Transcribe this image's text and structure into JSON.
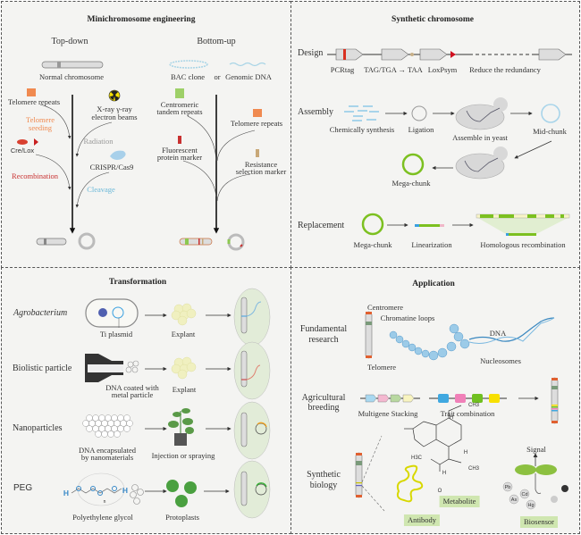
{
  "minichromosome": {
    "title": "Minichromosome engineering",
    "top_down": "Top-down",
    "bottom_up": "Bottom-up",
    "normal_chromosome": "Normal chromosome",
    "bac_clone": "BAC clone",
    "or": "or",
    "genomic_dna": "Genomic DNA",
    "telomere_repeats_left": "Telomere repeats",
    "radiation_source_1": "X-ray γ-ray",
    "radiation_source_2": "electron beams",
    "telomere_seeding_1": "Telomere",
    "telomere_seeding_2": "seeding",
    "radiation": "Radiation",
    "cre_lox": "Cre/Lox",
    "crispr": "CRISPR/Cas9",
    "recombination": "Recombination",
    "cleavage": "Cleavage",
    "centromeric_1": "Centromeric",
    "centromeric_2": "tandem repeats",
    "telomere_repeats_right": "Telomere repeats",
    "fluorescent_1": "Fluorescent",
    "fluorescent_2": "protein marker",
    "resistance_1": "Resistance",
    "resistance_2": "selection marker"
  },
  "synthetic": {
    "title": "Synthetic chromosome",
    "design": "Design",
    "pcrtag": "PCRtag",
    "codon": "TAG/TGA",
    "codon_to": "TAA",
    "loxpsym": "LoxPsym",
    "reduce": "Reduce the redundancy",
    "assembly": "Assembly",
    "chem_synthesis": "Chemically synthesis",
    "ligation": "Ligation",
    "assemble_yeast": "Assemble in yeast",
    "mid_chunk": "Mid-chunk",
    "mega_chunk": "Mega-chunk",
    "replacement": "Replacement",
    "mega_chunk_2": "Mega-chunk",
    "linearization": "Linearization",
    "homologous": "Homologous recombination"
  },
  "transformation": {
    "title": "Transformation",
    "agrobacterium": "Agrobacterium",
    "ti_plasmid": "Ti plasmid",
    "explant_1": "Explant",
    "biolistic": "Biolistic particle",
    "dna_coated_1": "DNA coated with",
    "dna_coated_2": "metal particle",
    "explant_2": "Explant",
    "nanoparticles": "Nanoparticles",
    "dna_encapsulated_1": "DNA encapsulated",
    "dna_encapsulated_2": "by nanomaterials",
    "injection": "Injection or spraying",
    "peg": "PEG",
    "polyethylene": "Polyethylene glycol",
    "protoplasts": "Protoplasts",
    "peg_h": "H",
    "peg_o": "O",
    "peg_n": "n"
  },
  "application": {
    "title": "Application",
    "fundamental_1": "Fundamental",
    "fundamental_2": "research",
    "centromere": "Centromere",
    "chromatine_loops": "Chromatine loops",
    "telomere": "Telomere",
    "dna": "DNA",
    "nucleosomes": "Nucleosomes",
    "agricultural_1": "Agricultural",
    "agricultural_2": "breeding",
    "multigene": "Multigene Stacking",
    "trait": "Trait combination",
    "synthetic_1": "Synthetic",
    "synthetic_2": "biology",
    "antibody": "Antibody",
    "metabolite": "Metabolite",
    "biosensor": "Biosensor",
    "signal": "Signal",
    "ch3_top": "CH3",
    "h3c": "H3C",
    "ch3_bottom": "CH3",
    "h_1": "H",
    "h_2": "H",
    "h_3": "H",
    "o_1": "O",
    "metals": [
      "Pb",
      "Cd",
      "As",
      "Hg"
    ]
  },
  "colors": {
    "telomere": "#f08a50",
    "centromere_green": "#8cc850",
    "red": "#c83030",
    "cleavage": "#6ab8d8",
    "mega_green": "#7cc020",
    "panel_bg": "#f4f4f2"
  }
}
